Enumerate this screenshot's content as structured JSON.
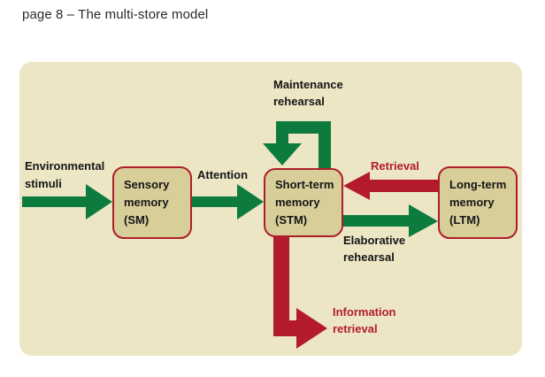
{
  "page": {
    "title": "page 8 – The multi-store model"
  },
  "diagram": {
    "boxes": {
      "sensory": {
        "label": "Sensory\nmemory\n(SM)"
      },
      "short_term": {
        "label": "Short-term\nmemory\n(STM)"
      },
      "long_term": {
        "label": "Long-term\nmemory\n(LTM)"
      }
    },
    "labels": {
      "environmental": "Environmental\nstimuli",
      "attention": "Attention",
      "maintenance": "Maintenance\nrehearsal",
      "retrieval": "Retrieval",
      "elaborative": "Elaborative\nrehearsal",
      "information": "Information\nretrieval"
    },
    "flows": [
      {
        "from": "Environmental stimuli",
        "to": "Sensory memory (SM)",
        "label": "",
        "color": "green"
      },
      {
        "from": "Sensory memory (SM)",
        "to": "Short-term memory (STM)",
        "label": "Attention",
        "color": "green"
      },
      {
        "from": "Short-term memory (STM)",
        "to": "Short-term memory (STM)",
        "label": "Maintenance rehearsal",
        "color": "green"
      },
      {
        "from": "Long-term memory (LTM)",
        "to": "Short-term memory (STM)",
        "label": "Retrieval",
        "color": "red"
      },
      {
        "from": "Short-term memory (STM)",
        "to": "Long-term memory (LTM)",
        "label": "Elaborative rehearsal",
        "color": "green"
      },
      {
        "from": "Short-term memory (STM)",
        "to": "out",
        "label": "Information retrieval",
        "color": "red"
      }
    ],
    "colors": {
      "panel_bg": "#ece6c5",
      "box_fill": "#d8ce9a",
      "box_border": "#ae1e29",
      "arrow_green": "#0e7b3e",
      "arrow_red": "#b31b2c",
      "text_black": "#151515",
      "title_gray": "#2b2b2b"
    }
  }
}
